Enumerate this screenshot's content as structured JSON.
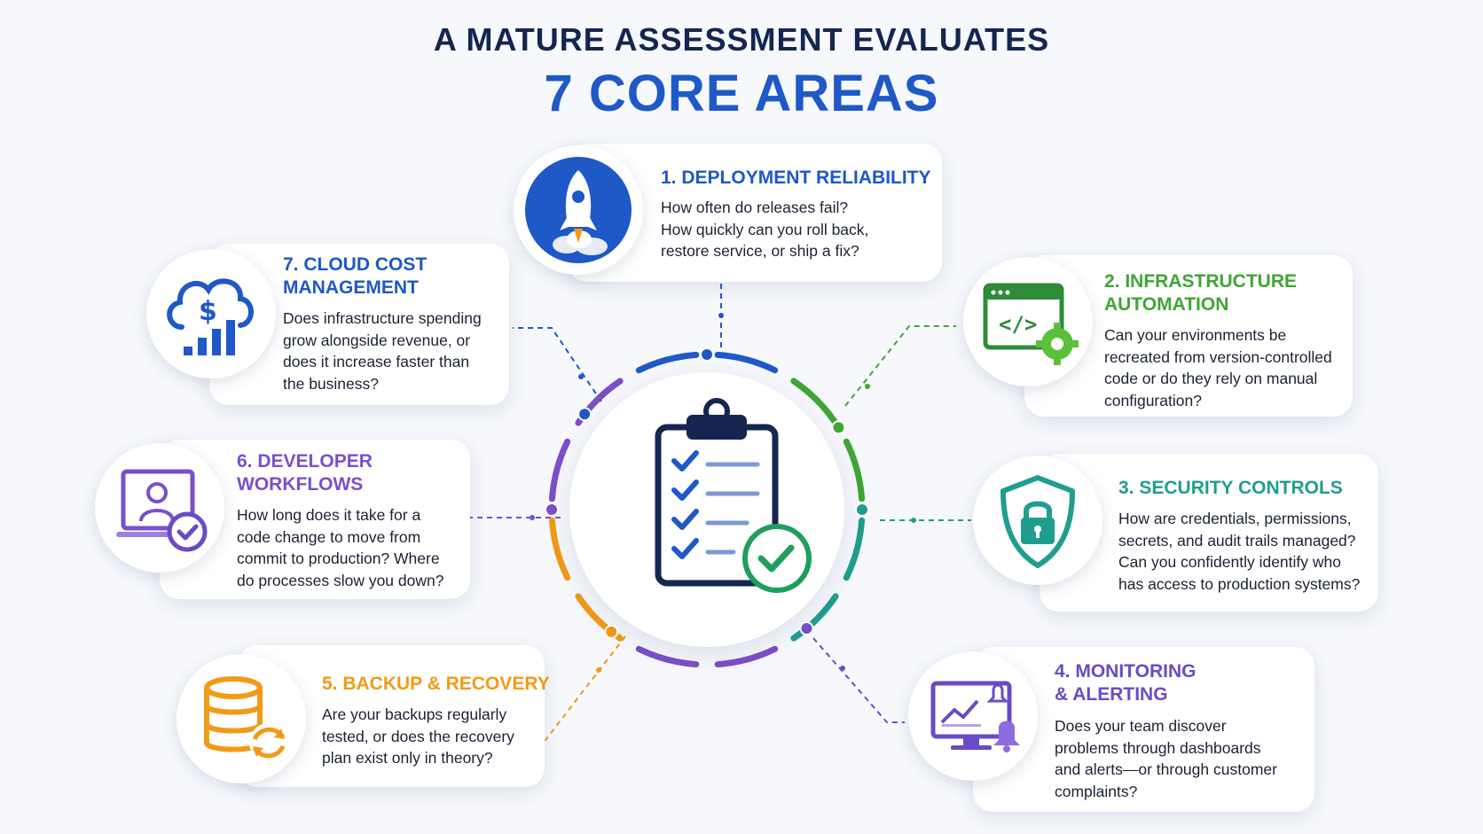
{
  "header": {
    "line1": "A MATURE ASSESSMENT EVALUATES",
    "line2": "7 CORE AREAS"
  },
  "areas": [
    {
      "key": "deployment",
      "title1": "1. DEPLOYMENT RELIABILITY",
      "title2": "",
      "color": "#1f58c7",
      "icon": "rocket-icon",
      "lines": [
        "How often do releases fail?",
        "How quickly can you roll back,",
        "restore service, or ship a fix?"
      ]
    },
    {
      "key": "infrastructure",
      "title1": "2. INFRASTRUCTURE",
      "title2": "AUTOMATION",
      "color": "#3fa535",
      "icon": "code-gear-icon",
      "lines": [
        "Can your environments be",
        "recreated from version-controlled",
        "code or do they rely on manual",
        "configuration?"
      ]
    },
    {
      "key": "security",
      "title1": "3. SECURITY CONTROLS",
      "title2": "",
      "color": "#1f9e8e",
      "icon": "shield-lock-icon",
      "lines": [
        "How are credentials, permissions,",
        "secrets, and audit trails managed?",
        "Can you confidently identify who",
        "has access to production systems?"
      ]
    },
    {
      "key": "monitoring",
      "title1": "4. MONITORING",
      "title2": "& ALERTING",
      "color": "#6a4bc6",
      "icon": "monitor-bell-icon",
      "lines": [
        "Does your team discover",
        "problems through dashboards",
        "and alerts—or through customer",
        "complaints?"
      ]
    },
    {
      "key": "backup",
      "title1": "5. BACKUP & RECOVERY",
      "title2": "",
      "color": "#f29a18",
      "icon": "database-restore-icon",
      "lines": [
        "Are your backups regularly",
        "tested, or does the recovery",
        "plan exist only in theory?"
      ]
    },
    {
      "key": "developer",
      "title1": "6. DEVELOPER",
      "title2": "WORKFLOWS",
      "color": "#7a4fc9",
      "icon": "developer-check-icon",
      "lines": [
        "How long does it take for a",
        "code change to move from",
        "commit to production? Where",
        "do processes slow you down?"
      ]
    },
    {
      "key": "cloud",
      "title1": "7. CLOUD COST",
      "title2": "MANAGEMENT",
      "color": "#1f58c7",
      "icon": "cloud-dollar-icon",
      "lines": [
        "Does infrastructure spending",
        "grow alongside revenue, or",
        "does it increase faster than",
        "the business?"
      ]
    }
  ],
  "colors": {
    "navy": "#142650",
    "blue": "#1f58c7",
    "green": "#3fa535",
    "teal": "#1f9e8e",
    "purple": "#7a4fc9",
    "orange": "#f29a18"
  },
  "center_icon": "clipboard-checklist-icon"
}
